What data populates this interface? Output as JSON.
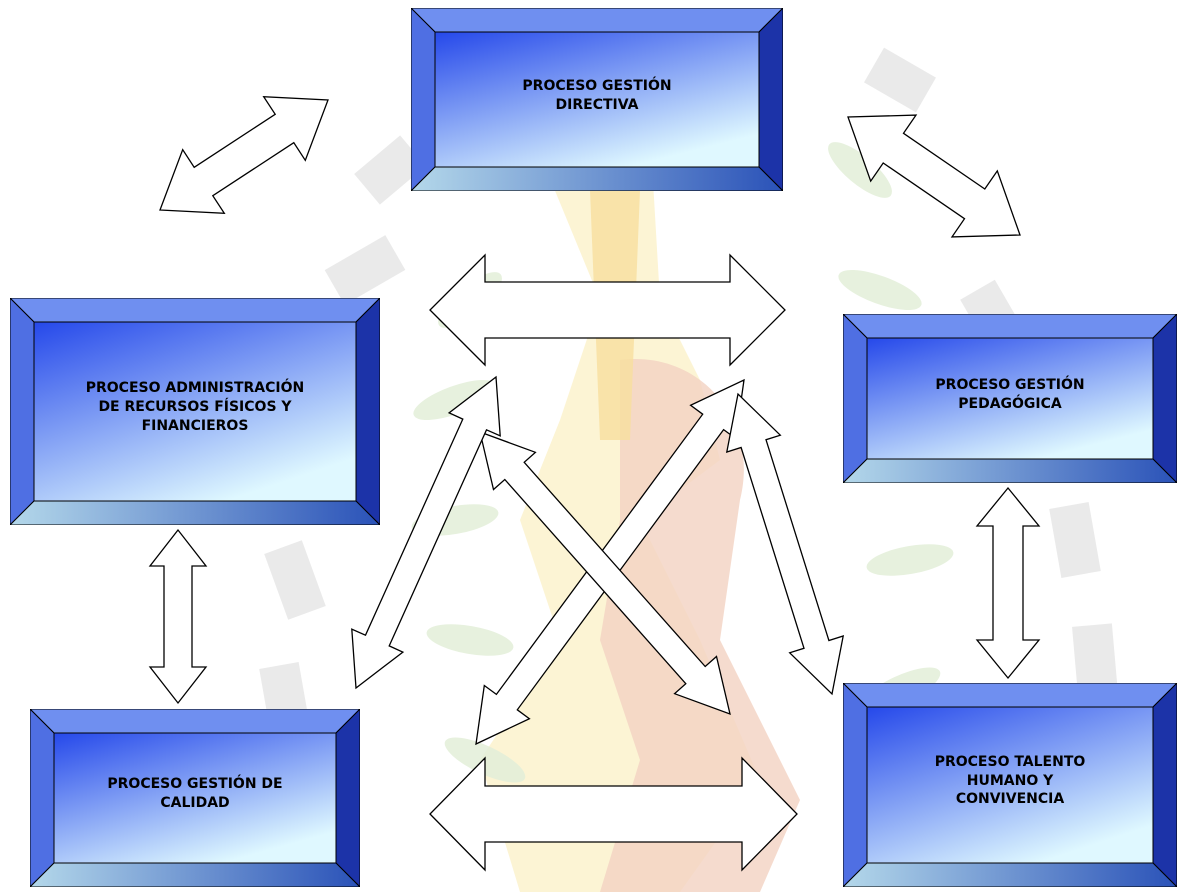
{
  "colors": {
    "bevel_top": "#6f8ff0",
    "bevel_left": "#4f6fe3",
    "bevel_right": "#1c33a8",
    "bevel_bottom_light": "#b4d8ea",
    "bevel_bottom_dark": "#2a52b8",
    "face_top": "#2548ea",
    "face_bottom": "#dff8ff",
    "arrow_fill": "#ffffff",
    "arrow_stroke": "#000000"
  },
  "boxes": [
    {
      "id": "directiva",
      "text": "PROCESO GESTIÓN\nDIRECTIVA"
    },
    {
      "id": "administracion",
      "text": "PROCESO ADMINISTRACIÓN\nDE RECURSOS FÍSICOS Y\nFINANCIEROS"
    },
    {
      "id": "pedagogica",
      "text": "PROCESO GESTIÓN\nPEDAGÓGICA"
    },
    {
      "id": "calidad",
      "text": "PROCESO GESTIÓN DE\nCALIDAD"
    },
    {
      "id": "talento",
      "text": "PROCESO TALENTO\nHUMANO Y\nCONVIVENCIA"
    }
  ],
  "connections": [
    {
      "from": "administracion",
      "to": "directiva"
    },
    {
      "from": "directiva",
      "to": "pedagogica"
    },
    {
      "from": "administracion",
      "to": "pedagogica"
    },
    {
      "from": "pedagogica",
      "to": "talento"
    },
    {
      "from": "administracion",
      "to": "calidad"
    },
    {
      "from": "calidad",
      "to": "talento"
    },
    {
      "from": "calidad",
      "to": "pedagogica"
    },
    {
      "from": "administracion",
      "to": "talento"
    },
    {
      "from": "directiva",
      "to": "calidad"
    },
    {
      "from": "directiva",
      "to": "talento"
    }
  ]
}
